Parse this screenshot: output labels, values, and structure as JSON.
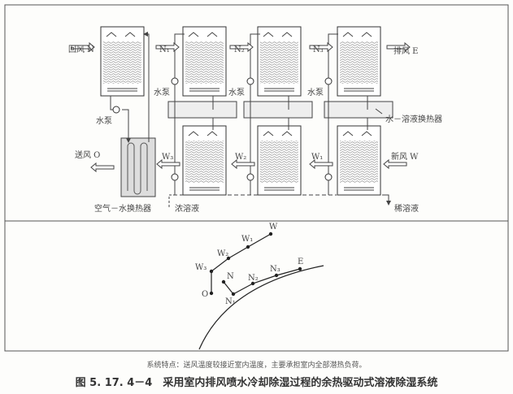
{
  "diagram": {
    "labels": {
      "return_air": "回风 N",
      "n1": "N₁",
      "n2": "N₂",
      "n3": "N₃",
      "exhaust": "排风 E",
      "pump1": "水泵",
      "pump2": "水泵",
      "pump3": "水泵",
      "pump4": "水泵",
      "supply": "送风 O",
      "w3": "W₃",
      "w2": "W₂",
      "w1": "W₁",
      "fresh": "新风 W",
      "air_water_hx": "空气－水换热器",
      "strong_solution": "浓溶液",
      "weak_solution": "稀溶液",
      "water_solution_hx": "水－溶液换热器"
    }
  },
  "psychro": {
    "points": [
      "W",
      "W₁",
      "W₂",
      "W₃",
      "O",
      "N",
      "N₁",
      "N₂",
      "N₃",
      "E"
    ]
  },
  "note": "系统特点：送风温度较接近室内温度，主要承担室内全部潜热负荷。",
  "caption": "图 5. 17. 4－4　采用室内排风喷水冷却除湿过程的余热驱动式溶液除湿系统"
}
